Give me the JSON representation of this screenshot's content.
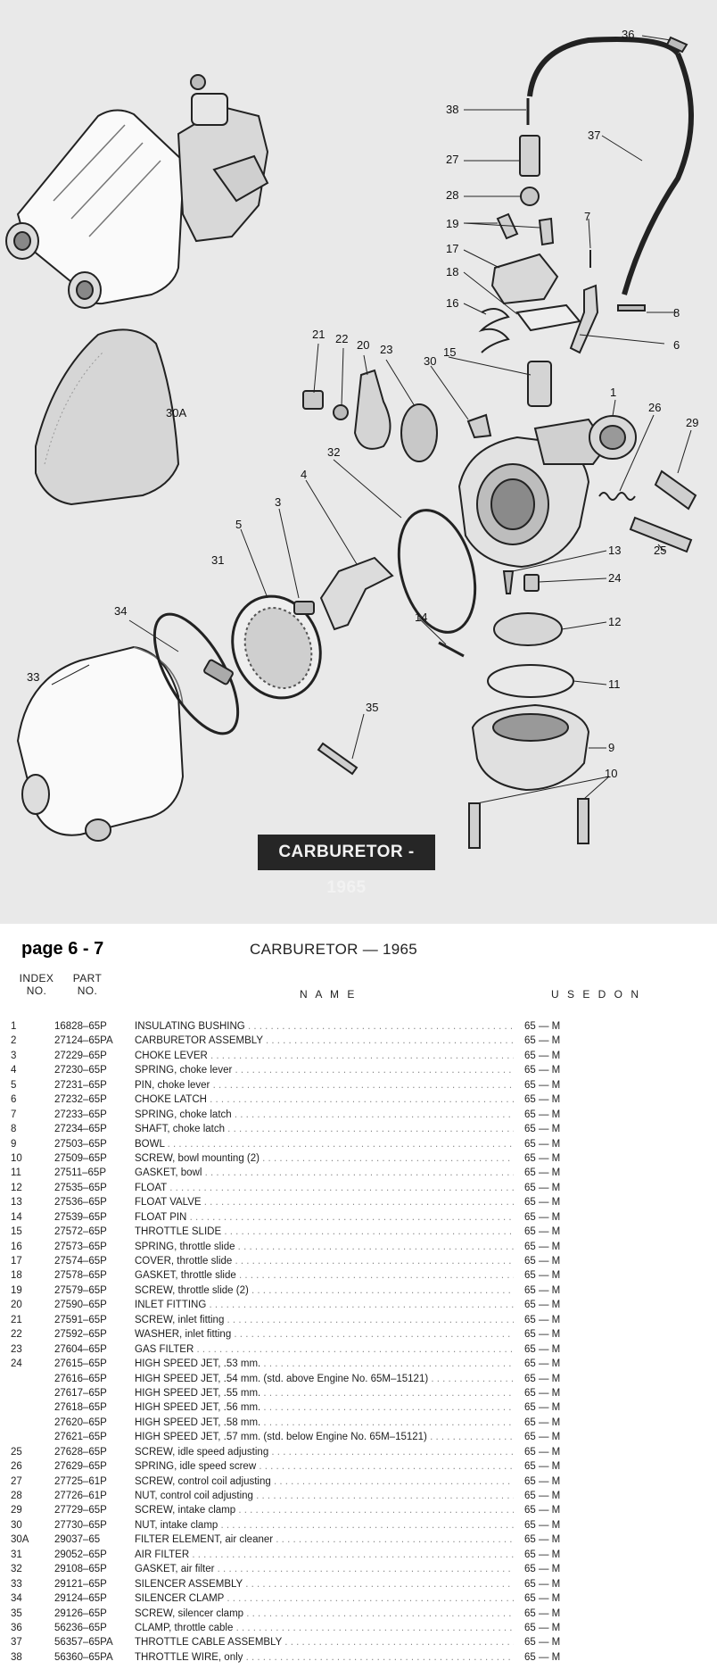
{
  "diagram": {
    "title": "CARBURETOR - 1965",
    "callouts": [
      "36",
      "38",
      "37",
      "27",
      "28",
      "19",
      "7",
      "17",
      "18",
      "16",
      "8",
      "6",
      "21",
      "22",
      "20",
      "23",
      "15",
      "30",
      "30A",
      "1",
      "26",
      "29",
      "32",
      "4",
      "3",
      "5",
      "31",
      "13",
      "24",
      "25",
      "34",
      "14",
      "12",
      "33",
      "11",
      "35",
      "9",
      "10"
    ],
    "palette": {
      "background": "#e9e9e9",
      "ink": "#222222",
      "label_box": "#262626"
    }
  },
  "sheet": {
    "page_number": "page 6 - 7",
    "title": "CARBURETOR — 1965",
    "headers": {
      "index_line1": "INDEX",
      "index_line2": "NO.",
      "part_line1": "PART",
      "part_line2": "NO.",
      "name": "N A M E",
      "used_on": "U S E D   O N"
    },
    "rows": [
      {
        "index": "1",
        "part": "16828–65P",
        "name": "INSULATING BUSHING",
        "used": "65 — M"
      },
      {
        "index": "2",
        "part": "27124–65PA",
        "name": "CARBURETOR ASSEMBLY",
        "used": "65 — M"
      },
      {
        "index": "3",
        "part": "27229–65P",
        "name": "CHOKE LEVER",
        "used": "65 — M"
      },
      {
        "index": "4",
        "part": "27230–65P",
        "name": "SPRING, choke lever",
        "used": "65 — M"
      },
      {
        "index": "5",
        "part": "27231–65P",
        "name": "PIN, choke lever",
        "used": "65 — M"
      },
      {
        "index": "6",
        "part": "27232–65P",
        "name": "CHOKE LATCH",
        "used": "65 — M"
      },
      {
        "index": "7",
        "part": "27233–65P",
        "name": "SPRING, choke latch",
        "used": "65 — M"
      },
      {
        "index": "8",
        "part": "27234–65P",
        "name": "SHAFT, choke latch",
        "used": "65 — M"
      },
      {
        "index": "9",
        "part": "27503–65P",
        "name": "BOWL",
        "used": "65 — M"
      },
      {
        "index": "10",
        "part": "27509–65P",
        "name": "SCREW, bowl mounting (2)",
        "used": "65 — M"
      },
      {
        "index": "11",
        "part": "27511–65P",
        "name": "GASKET, bowl",
        "used": "65 — M"
      },
      {
        "index": "12",
        "part": "27535–65P",
        "name": "FLOAT",
        "used": "65 — M"
      },
      {
        "index": "13",
        "part": "27536–65P",
        "name": "FLOAT VALVE",
        "used": "65 — M"
      },
      {
        "index": "14",
        "part": "27539–65P",
        "name": "FLOAT PIN",
        "used": "65 — M"
      },
      {
        "index": "15",
        "part": "27572–65P",
        "name": "THROTTLE SLIDE",
        "used": "65 — M"
      },
      {
        "index": "16",
        "part": "27573–65P",
        "name": "SPRING, throttle slide",
        "used": "65 — M"
      },
      {
        "index": "17",
        "part": "27574–65P",
        "name": "COVER, throttle slide",
        "used": "65 — M"
      },
      {
        "index": "18",
        "part": "27578–65P",
        "name": "GASKET, throttle slide",
        "used": "65 — M"
      },
      {
        "index": "19",
        "part": "27579–65P",
        "name": "SCREW, throttle slide (2)",
        "used": "65 — M"
      },
      {
        "index": "20",
        "part": "27590–65P",
        "name": "INLET FITTING",
        "used": "65 — M"
      },
      {
        "index": "21",
        "part": "27591–65P",
        "name": "SCREW, inlet fitting",
        "used": "65 — M"
      },
      {
        "index": "22",
        "part": "27592–65P",
        "name": "WASHER, inlet fitting",
        "used": "65 — M"
      },
      {
        "index": "23",
        "part": "27604–65P",
        "name": "GAS FILTER",
        "used": "65 — M"
      },
      {
        "index": "24",
        "part": "27615–65P",
        "name": "HIGH SPEED JET, .53 mm.",
        "used": "65 — M"
      },
      {
        "index": "",
        "part": "27616–65P",
        "name": "HIGH SPEED JET, .54 mm. (std. above Engine No. 65M–15121)",
        "used": "65 — M"
      },
      {
        "index": "",
        "part": "27617–65P",
        "name": "HIGH SPEED JET, .55 mm.",
        "used": "65 — M"
      },
      {
        "index": "",
        "part": "27618–65P",
        "name": "HIGH SPEED JET, .56 mm.",
        "used": "65 — M"
      },
      {
        "index": "",
        "part": "27620–65P",
        "name": "HIGH SPEED JET, .58 mm.",
        "used": "65 — M"
      },
      {
        "index": "",
        "part": "27621–65P",
        "name": "HIGH SPEED JET, .57 mm. (std. below Engine No. 65M–15121)",
        "used": "65 — M"
      },
      {
        "index": "25",
        "part": "27628–65P",
        "name": "SCREW, idle speed adjusting",
        "used": "65 — M"
      },
      {
        "index": "26",
        "part": "27629–65P",
        "name": "SPRING, idle speed screw",
        "used": "65 — M"
      },
      {
        "index": "27",
        "part": "27725–61P",
        "name": "SCREW, control coil adjusting",
        "used": "65 — M"
      },
      {
        "index": "28",
        "part": "27726–61P",
        "name": "NUT, control coil adjusting",
        "used": "65 — M"
      },
      {
        "index": "29",
        "part": "27729–65P",
        "name": "SCREW, intake clamp",
        "used": "65 — M"
      },
      {
        "index": "30",
        "part": "27730–65P",
        "name": "NUT, intake clamp",
        "used": "65 — M"
      },
      {
        "index": "30A",
        "part": "29037–65",
        "name": "FILTER ELEMENT, air cleaner",
        "used": "65 — M"
      },
      {
        "index": "31",
        "part": "29052–65P",
        "name": "AIR FILTER",
        "used": "65 — M"
      },
      {
        "index": "32",
        "part": "29108–65P",
        "name": "GASKET, air filter",
        "used": "65 — M"
      },
      {
        "index": "33",
        "part": "29121–65P",
        "name": "SILENCER ASSEMBLY",
        "used": "65 — M"
      },
      {
        "index": "34",
        "part": "29124–65P",
        "name": "SILENCER CLAMP",
        "used": "65 — M"
      },
      {
        "index": "35",
        "part": "29126–65P",
        "name": "SCREW, silencer clamp",
        "used": "65 — M"
      },
      {
        "index": "36",
        "part": "56236–65P",
        "name": "CLAMP, throttle cable",
        "used": "65 — M"
      },
      {
        "index": "37",
        "part": "56357–65PA",
        "name": "THROTTLE CABLE ASSEMBLY",
        "used": "65 — M"
      },
      {
        "index": "38",
        "part": "56360–65PA",
        "name": "THROTTLE WIRE, only",
        "used": "65 — M"
      }
    ]
  }
}
